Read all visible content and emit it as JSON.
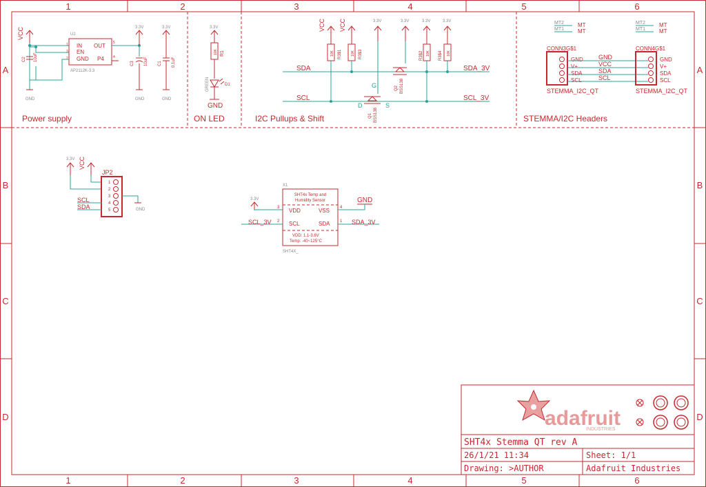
{
  "frame": {
    "columns": [
      "1",
      "2",
      "3",
      "4",
      "5",
      "6"
    ],
    "rows": [
      "A",
      "B",
      "C",
      "D"
    ]
  },
  "sections": {
    "power": "Power supply",
    "led": "ON LED",
    "i2c": "I2C Pullups & Shift",
    "stemma": "STEMMA/I2C Headers"
  },
  "power": {
    "vcc": "VCC",
    "v33": "3.3V",
    "gnd": "GND",
    "u2": "U2",
    "pin_in": "IN",
    "pin_out": "OUT",
    "pin_en": "EN",
    "pin_gnd": "GND",
    "pin_p4": "P4",
    "part": "AP2112K-3.3",
    "c2": "C2",
    "c2_val": "10uF",
    "c3": "C3",
    "c3_val": "10uF",
    "c1": "C1",
    "c1_val": "0.1uF",
    "pin1": "1",
    "pin3": "3",
    "pin2": "2",
    "pin5": "5",
    "pin4": "4"
  },
  "led": {
    "v33": "3.3V",
    "r1": "R1",
    "r1_val": "10K",
    "color": "GREEN",
    "d1": "D1",
    "gnd": "GND"
  },
  "i2c": {
    "vcc": "VCC",
    "v33": "3.3V",
    "r3b1": "R3$1",
    "r3b1_val": "10K",
    "r3b3": "R3$3",
    "r3b3_val": "10K",
    "r3b2": "R3$2",
    "r3b2_val": "10K",
    "r3b4": "R3$4",
    "r3b4_val": "10K",
    "sda": "SDA",
    "scl": "SCL",
    "sda3v": "SDA_3V",
    "scl3v": "SCL_3V",
    "q2": "Q2",
    "q1": "Q1",
    "mosfet": "BSS138",
    "g": "G",
    "d": "D",
    "s": "S"
  },
  "stemma": {
    "mt2": "MT2",
    "mt1": "MT1",
    "mt": "MT",
    "conn3": "CONN3G$1",
    "conn4": "CONN4G$1",
    "footer": "STEMMA_I2C_QT",
    "conn3_pins": [
      "GND",
      "V+",
      "SDA",
      "SCL"
    ],
    "conn4_pins": [
      "GND",
      "V+",
      "SDA",
      "SCL"
    ],
    "nets": [
      "GND",
      "VCC",
      "SDA",
      "SCL"
    ]
  },
  "jp2": {
    "v33": "3.3V",
    "vcc": "VCC",
    "name": "JP2",
    "pins": [
      "1",
      "2",
      "3",
      "4",
      "5"
    ],
    "scl": "SCL",
    "sda": "SDA",
    "gnd": "GND"
  },
  "sensor": {
    "ref": "X1",
    "title1": "SHT4x Temp and",
    "title2": "Humidity Sensor",
    "vdd": "VDD",
    "vss": "VSS",
    "scl": "SCL",
    "sda": "SDA",
    "spec1": "VDD:  1.1-3.6V",
    "spec2": "Temp:  -40~125°C",
    "part": "SHT4X_",
    "pin3": "3",
    "pin2": "2",
    "pin4": "4",
    "pin1": "1",
    "v33": "3.3V",
    "gnd": "GND",
    "scl_net": "SCL_3V",
    "sda_net": "SDA_3V"
  },
  "titleblock": {
    "logo_text": "adafruit",
    "logo_sub": "INDUSTRIES",
    "title": "SHT4x Stemma QT rev A",
    "date": "26/1/21 11:34",
    "sheet": "Sheet: 1/1",
    "drawing": "Drawing: >AUTHOR",
    "company": "Adafruit Industries"
  },
  "colors": {
    "frame": "#c8282d",
    "wire": "#2aa198",
    "label_grey": "#888888"
  }
}
